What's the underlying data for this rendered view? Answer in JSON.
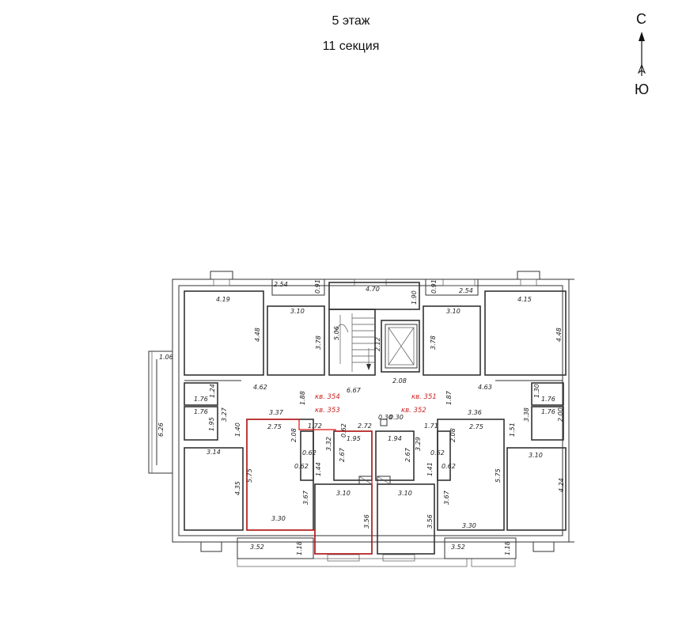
{
  "header": {
    "floor": "5 этаж",
    "section": "11 секция"
  },
  "compass": {
    "north": "С",
    "south": "Ю"
  },
  "highlight_color": "#d11111",
  "apartments": [
    "кв. 354",
    "кв. 353",
    "кв. 351",
    "кв. 352"
  ],
  "dimensions": {
    "d1": "2.54",
    "d2": "0.91",
    "d3": "4.70",
    "d4": "0.91",
    "d5": "2.54",
    "d6": "4.19",
    "d7": "3.10",
    "d8": "1.90",
    "d9": "3.10",
    "d10": "4.15",
    "d11": "4.48",
    "d12": "3.78",
    "d13": "5.06",
    "d14": "2.12",
    "d15": "3.78",
    "d16": "4.48",
    "d17": "1.06",
    "d18": "4.62",
    "d19": "6.67",
    "d20": "2.08",
    "d21": "4.63",
    "d22": "1.24",
    "d23": "1.88",
    "d24": "1.87",
    "d25": "1.30",
    "d26": "1.76",
    "d27": "1.76",
    "d28": "1.76",
    "d29": "1.76",
    "d30": "3.27",
    "d31": "3.37",
    "d32": "0.30",
    "d33": "0.30",
    "d34": "3.36",
    "d35": "3.38",
    "d36": "2.00",
    "d37": "6.26",
    "d38": "1.95",
    "d39": "1.40",
    "d40": "2.75",
    "d41": "1.72",
    "d42": "0.62",
    "d43": "2.72",
    "d44": "1.71",
    "d45": "2.75",
    "d46": "1.51",
    "d47": "2.08",
    "d48": "3.32",
    "d49": "1.95",
    "d50": "1.94",
    "d51": "3.29",
    "d52": "2.08",
    "d53": "3.14",
    "d54": "0.62",
    "d55": "2.67",
    "d56": "2.67",
    "d57": "0.62",
    "d58": "3.10",
    "d59": "5.75",
    "d60": "0.62",
    "d61": "1.44",
    "d62": "1.41",
    "d63": "0.62",
    "d64": "5.75",
    "d65": "4.35",
    "d66": "3.67",
    "d67": "3.10",
    "d68": "3.10",
    "d69": "3.67",
    "d70": "4.24",
    "d71": "3.56",
    "d72": "3.56",
    "d73": "3.30",
    "d74": "3.30",
    "d75": "3.52",
    "d76": "1.18",
    "d77": "3.52",
    "d78": "1.18"
  }
}
